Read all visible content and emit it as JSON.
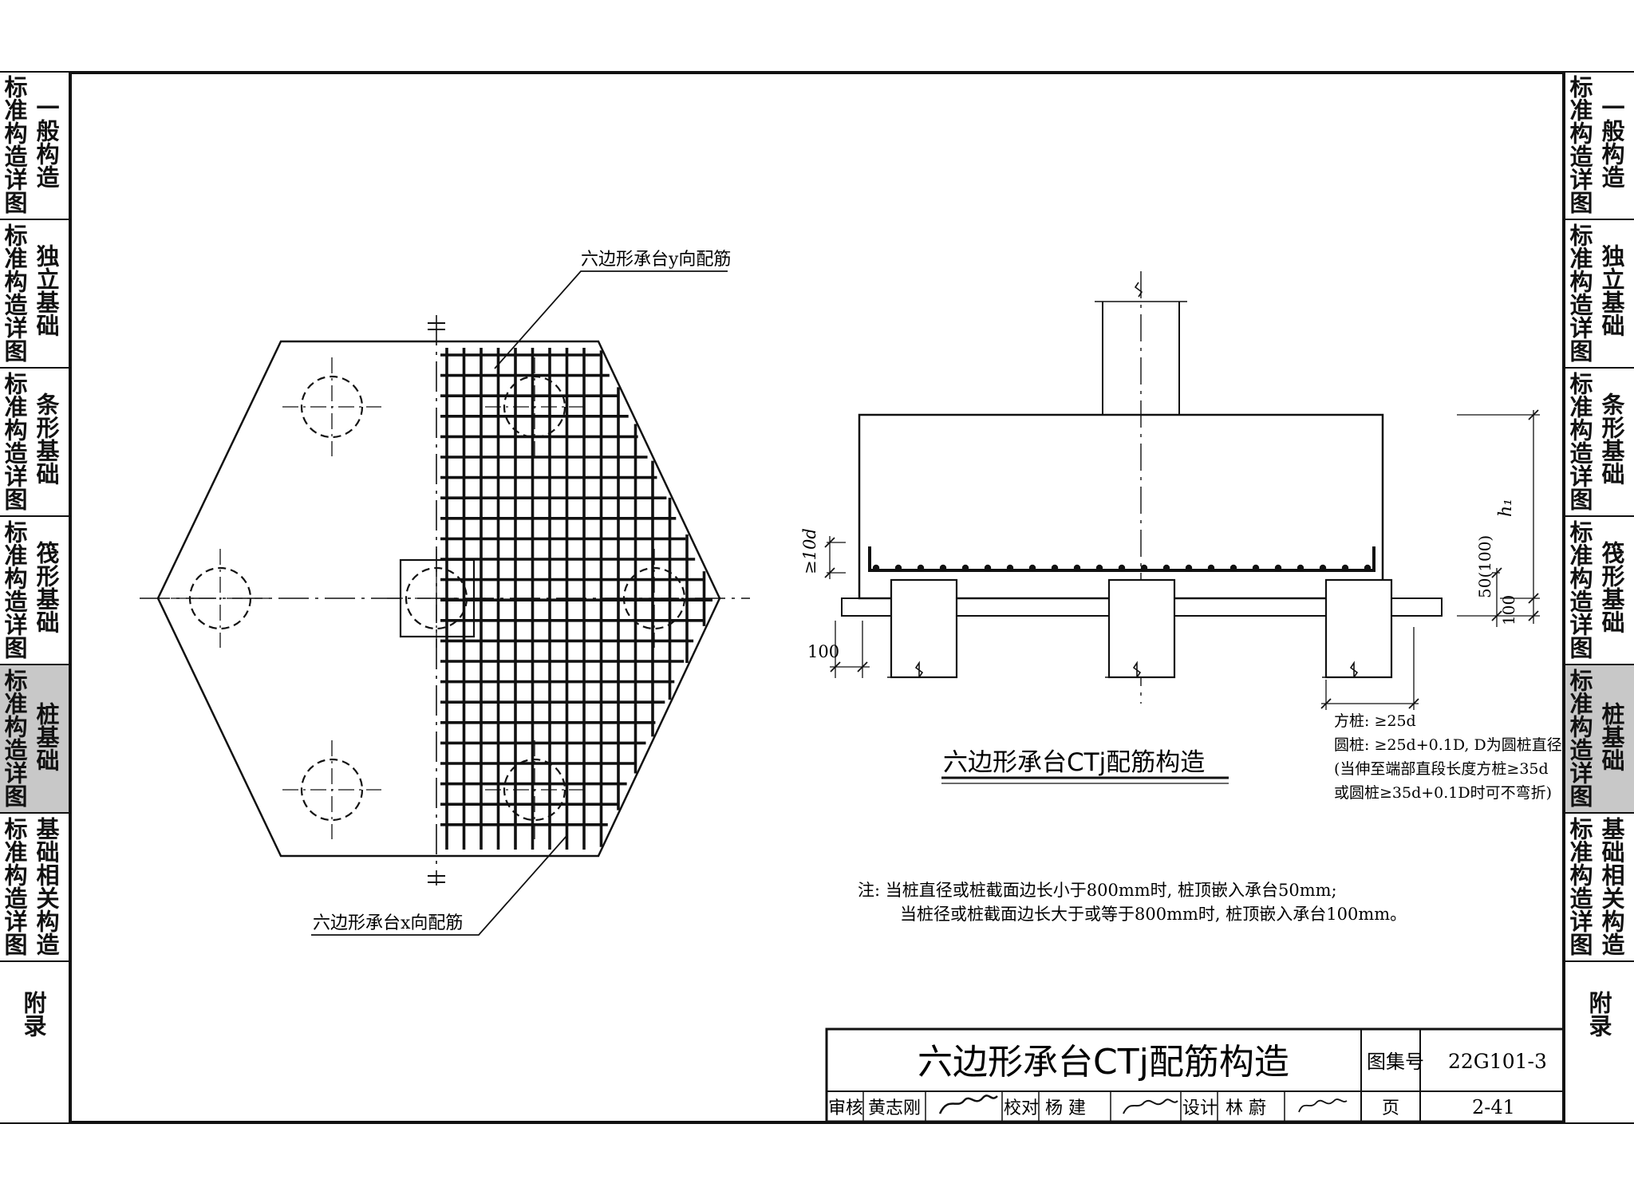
{
  "sidebar": {
    "tabs": [
      {
        "c1": "标准构造详图",
        "c2": "一般构造",
        "active": false
      },
      {
        "c1": "标准构造详图",
        "c2": "独立基础",
        "active": false
      },
      {
        "c1": "标准构造详图",
        "c2": "条形基础",
        "active": false
      },
      {
        "c1": "标准构造详图",
        "c2": "筏形基础",
        "active": false
      },
      {
        "c1": "标准构造详图",
        "c2": "桩基础",
        "active": true
      },
      {
        "c1": "标准构造详图",
        "c2": "基础相关构造",
        "active": false
      },
      {
        "c1": "",
        "c2": "附录",
        "active": false
      }
    ]
  },
  "plan": {
    "label_y": "六边形承台y向配筋",
    "label_x": "六边形承台x向配筋"
  },
  "section": {
    "dim_10d": "≥10d",
    "dim_h1": "h₁",
    "dim_50_100": "50(100)",
    "dim_100_right": "100",
    "dim_100_left": "100",
    "anchor_square": "方桩: ≥25d",
    "anchor_round": "圆桩: ≥25d+0.1D, D为圆桩直径",
    "anchor_note1": "(当伸至端部直段长度方桩≥35d",
    "anchor_note2": "或圆桩≥35d+0.1D时可不弯折)",
    "title": "六边形承台CTj配筋构造"
  },
  "notes": {
    "line1": "注: 当桩直径或桩截面边长小于800mm时, 桩顶嵌入承台50mm;",
    "line2": "当桩径或桩截面边长大于或等于800mm时, 桩顶嵌入承台100mm。"
  },
  "title_block": {
    "title": "六边形承台CTj配筋构造",
    "atlas_label": "图集号",
    "atlas_no": "22G101-3",
    "review_label": "审核",
    "reviewer": "黄志刚",
    "check_label": "校对",
    "checker": "杨  建",
    "design_label": "设计",
    "designer": "林  蔚",
    "page_label": "页",
    "page_no": "2-41"
  }
}
